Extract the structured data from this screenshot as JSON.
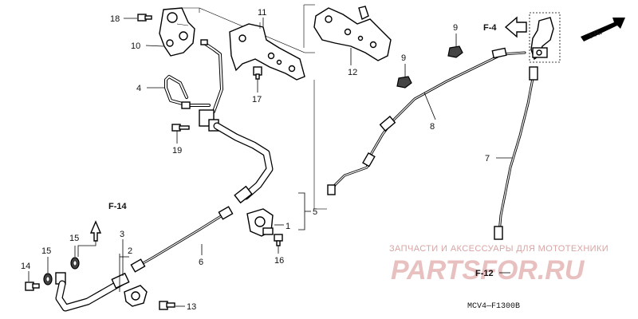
{
  "callouts": {
    "c1": "1",
    "c2": "2",
    "c3": "3",
    "c4": "4",
    "c5": "5",
    "c6": "6",
    "c7": "7",
    "c8": "8",
    "c9a": "9",
    "c9b": "9",
    "c10": "10",
    "c11": "11",
    "c12": "12",
    "c13": "13",
    "c14": "14",
    "c15a": "15",
    "c15b": "15",
    "c16": "16",
    "c17": "17",
    "c18": "18",
    "c19": "19"
  },
  "refs": {
    "f4": "F-4",
    "f14": "F-14",
    "f12": "F-12",
    "fr": "FR."
  },
  "diagram_code": "MCV4—F1300B",
  "watermark": {
    "tagline": "ЗАПЧАСТИ И АКСЕССУАРЫ ДЛЯ МОТОТЕХНИКИ",
    "brand": "PARTSFOR.RU"
  }
}
